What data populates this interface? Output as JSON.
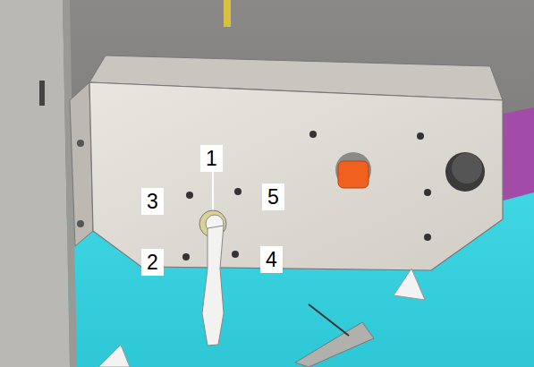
{
  "diagram": {
    "labels": [
      "1",
      "3",
      "5",
      "2",
      "4"
    ]
  }
}
